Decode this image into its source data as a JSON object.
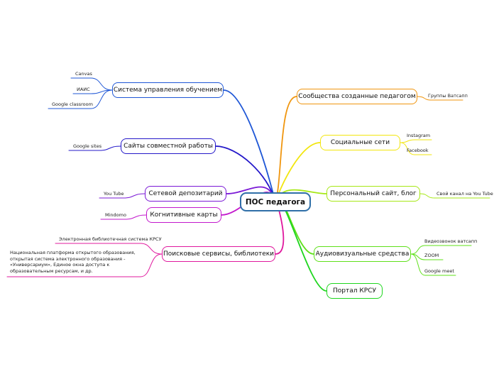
{
  "center": {
    "label": "ПОС педагога",
    "color": "#2f6fa8"
  },
  "left_topics": [
    {
      "id": "lms",
      "label": "Система управления обучением",
      "color": "#1f57d6",
      "leaves": [
        "Canvas",
        "ИАИС",
        "Google classroom"
      ]
    },
    {
      "id": "collab",
      "label": "Сайты совместной работы",
      "color": "#2418c9",
      "leaves": [
        "Google sites"
      ]
    },
    {
      "id": "repo",
      "label": "Сетевой депозитарий",
      "color": "#7a18d6",
      "leaves": [
        "You Tube"
      ]
    },
    {
      "id": "cog",
      "label": "Когнитивные карты",
      "color": "#c218cc",
      "leaves": [
        "Mindomo"
      ]
    },
    {
      "id": "search",
      "label": "Поисковые сервисы, библиотеки",
      "color": "#e0189e",
      "leaves": [
        "Электронная библиотечная система КРСУ",
        "Национальная платформа открытого образования, открытая система электронного образования - «Универсариум», Единое окна доступа к образовательным ресурсам, и др."
      ]
    }
  ],
  "right_topics": [
    {
      "id": "comm",
      "label": "Сообщества созданные педагогом",
      "color": "#f0960f",
      "leaves": [
        "Группы Ватсапп"
      ]
    },
    {
      "id": "social",
      "label": "Социальные сети",
      "color": "#f2e60e",
      "leaves": [
        "Instagram",
        "Facebook"
      ]
    },
    {
      "id": "site",
      "label": "Персональный сайт, блог",
      "color": "#a6e815",
      "leaves": [
        "Свой канал на You Tube"
      ]
    },
    {
      "id": "av",
      "label": "Аудиовизуальные средства",
      "color": "#5fe01a",
      "leaves": [
        "Видеозвонок ватсапп",
        "ZOOM",
        "Google meet"
      ]
    },
    {
      "id": "portal",
      "label": "Портал КРСУ",
      "color": "#1fd61f",
      "leaves": []
    }
  ]
}
